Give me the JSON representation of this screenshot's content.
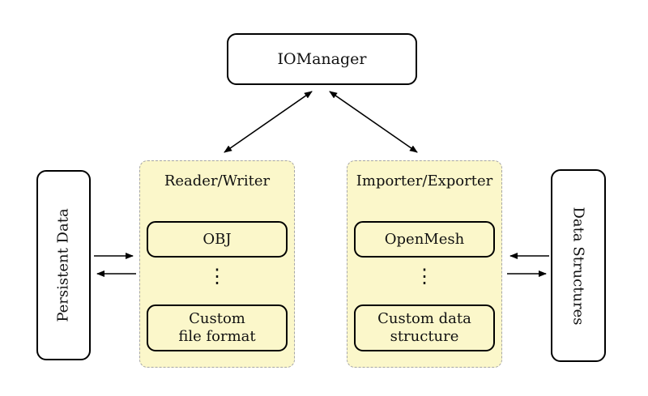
{
  "colors": {
    "panel_fill": "#FBF7CA",
    "panel_border": "#A6A6A6",
    "node_border": "#000000",
    "node_fill": "#FFFFFF",
    "arrow": "#000000",
    "background": "#FFFFFF"
  },
  "nodes": {
    "iomanager": {
      "label": "IOManager"
    },
    "persistent_data": {
      "label": "Persistent Data"
    },
    "data_structures": {
      "label": "Data Structures"
    },
    "reader_writer": {
      "title": "Reader/Writer",
      "item1": "OBJ",
      "ellipsis": "⋮",
      "item2_line1": "Custom",
      "item2_line2": "file format"
    },
    "importer_exporter": {
      "title": "Importer/Exporter",
      "item1": "OpenMesh",
      "ellipsis": "⋮",
      "item2_line1": "Custom data",
      "item2_line2": "structure"
    }
  },
  "edges": [
    {
      "from": "IOManager",
      "to": "Reader/Writer",
      "direction": "bidirectional"
    },
    {
      "from": "IOManager",
      "to": "Importer/Exporter",
      "direction": "bidirectional"
    },
    {
      "from": "Persistent Data",
      "to": "Reader/Writer",
      "direction": "one-way"
    },
    {
      "from": "Reader/Writer",
      "to": "Persistent Data",
      "direction": "one-way"
    },
    {
      "from": "Data Structures",
      "to": "Importer/Exporter",
      "direction": "one-way"
    },
    {
      "from": "Importer/Exporter",
      "to": "Data Structures",
      "direction": "one-way"
    }
  ]
}
